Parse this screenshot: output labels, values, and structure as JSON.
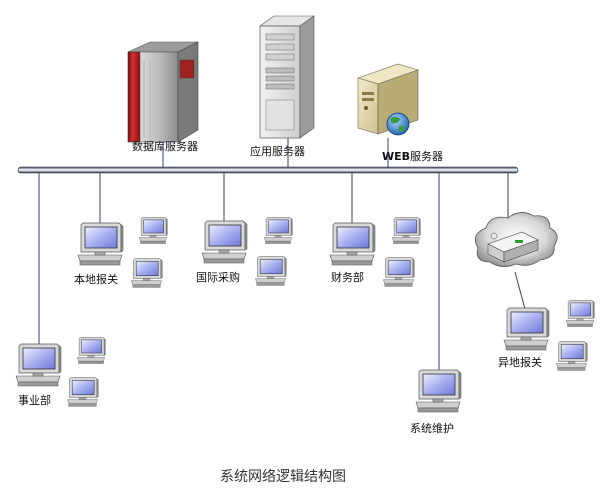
{
  "diagram": {
    "caption": "系统网络逻辑结构图",
    "servers": {
      "db": "数据库服务器",
      "app": "应用服务器",
      "web_prefix": "WEB",
      "web_suffix": "服务器"
    },
    "groups": {
      "local_customs": "本地报关",
      "intl_purchase": "国际采购",
      "finance": "财务部",
      "business": "事业部",
      "maintenance": "系统维护",
      "remote_customs": "异地报关"
    }
  }
}
